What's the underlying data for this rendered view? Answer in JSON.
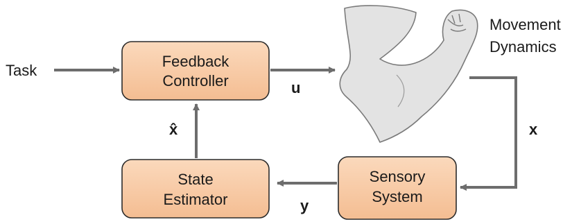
{
  "input_label": "Task",
  "blocks": {
    "controller": [
      "Feedback",
      "Controller"
    ],
    "plant": [
      "Movement",
      "Dynamics"
    ],
    "sensor": [
      "Sensory",
      "System"
    ],
    "estimator": [
      "State",
      "Estimator"
    ]
  },
  "signals": {
    "control": "u",
    "state": "x",
    "measurement": "y",
    "estimate": "x̂"
  },
  "colors": {
    "box_fill": "#f7c9a2",
    "box_stroke": "#2b2b2b",
    "arrow": "#6d6d6d",
    "arm_fill": "#e3e3e3",
    "arm_stroke": "#7a7a7a"
  }
}
